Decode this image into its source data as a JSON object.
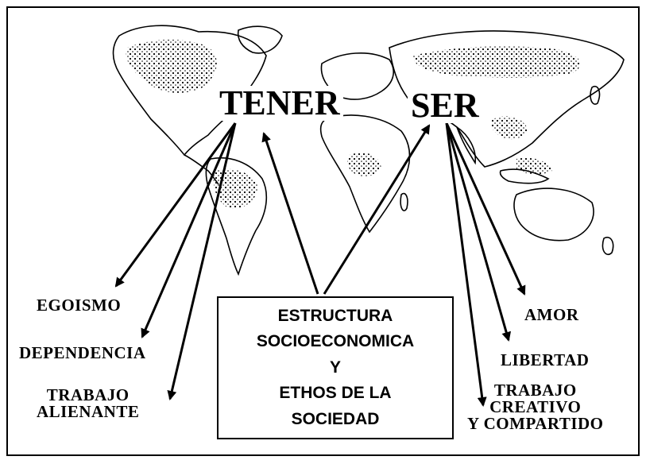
{
  "title_left": "TENER",
  "title_right": "SER",
  "center_box": {
    "lines": [
      "ESTRUCTURA",
      "SOCIOECONOMICA",
      "Y",
      "ETHOS DE LA",
      "SOCIEDAD"
    ]
  },
  "left_values": {
    "egoismo": "EGOISMO",
    "dependencia": "DEPENDENCIA",
    "trabajo_line1": "TRABAJO",
    "trabajo_line2": "ALIENANTE"
  },
  "right_values": {
    "amor": "AMOR",
    "libertad": "LIBERTAD",
    "trabajo_line1": "TRABAJO",
    "trabajo_line2": "CREATIVO",
    "trabajo_line3": "Y COMPARTIDO"
  }
}
